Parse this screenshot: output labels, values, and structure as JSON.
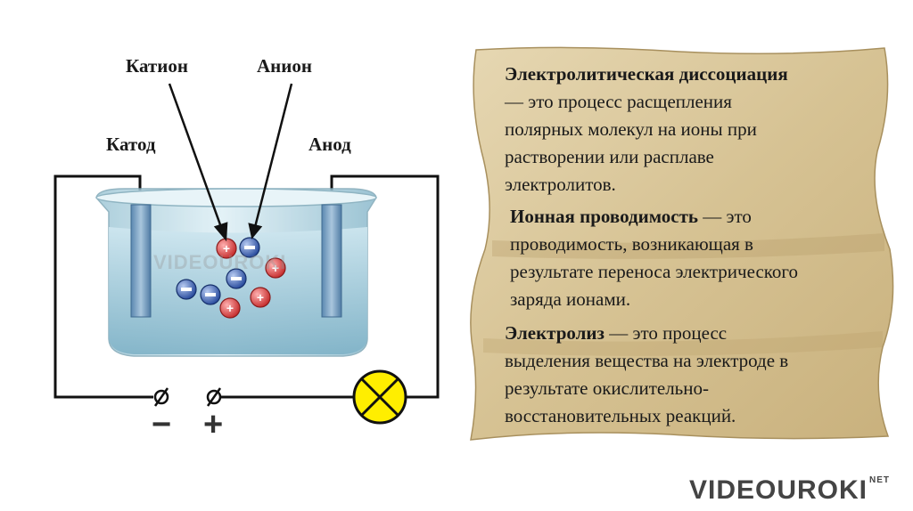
{
  "labels": {
    "cation": "Катион",
    "anion": "Анион",
    "cathode": "Катод",
    "anode": "Анод",
    "minus": "−",
    "plus": "+"
  },
  "watermark": "VIDEOUROKI",
  "logo": {
    "text": "VIDEOUROKI",
    "suffix": "NET"
  },
  "definitions": [
    {
      "term": "Электролитическая диссоциация",
      "lines": [
        "— это процесс расщепления",
        "полярных молекул  на ионы при",
        "растворении или расплаве",
        "электролитов."
      ]
    },
    {
      "term": "Ионная проводимость",
      "first_rest": " — это",
      "lines": [
        "проводимость, возникающая в",
        "результате переноса электрического",
        "заряда ионами."
      ]
    },
    {
      "term": "Электролиз",
      "first_rest": " — это процесс",
      "lines": [
        "выделения вещества на электроде в",
        "результате окислительно-",
        "восстановительных реакций."
      ]
    }
  ],
  "colors": {
    "parchment": "#d9c79e",
    "cation": "#d43a3a",
    "anion": "#2f55a8",
    "lamp": "#ffee00",
    "liquid": "#8fc3d6"
  }
}
